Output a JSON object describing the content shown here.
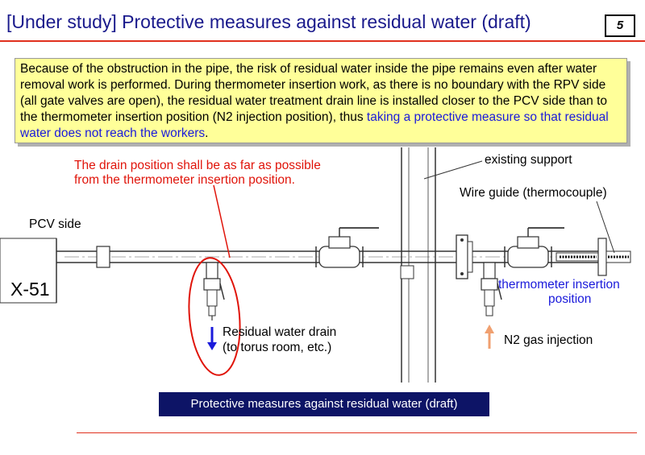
{
  "header": {
    "title": "[Under study] Protective measures against residual water (draft)",
    "page_number": "5"
  },
  "callout": {
    "text_plain": "Because of the obstruction in the pipe, the risk of residual water inside the pipe remains even after water removal work is performed. During thermometer insertion work, as there is no boundary with the RPV side (all gate valves are open), the residual water treatment drain line is installed closer to the PCV side than to the thermometer insertion position (N2 injection position), thus ",
    "text_highlight": "taking a protective measure so that residual water does not reach the workers",
    "text_end": "."
  },
  "diagram": {
    "drain_note_line1": "The drain position shall be as far as possible",
    "drain_note_line2": "from the thermometer insertion position.",
    "existing_support": "existing support",
    "wire_guide": "Wire guide (thermocouple)",
    "pcv_side": "PCV side",
    "x51": "X-51",
    "thermo_line1": "thermometer insertion",
    "thermo_line2": "position",
    "drain_line1": "Residual water drain",
    "drain_line2": "(to torus room, etc.)",
    "n2_injection": "N2 gas injection"
  },
  "footer": {
    "caption": "Protective measures against residual water (draft)"
  },
  "colors": {
    "title": "#1a1a8c",
    "rule": "#e0301e",
    "highlight": "#1a1adb",
    "note": "#e0140a",
    "footer_bg": "#0d1466",
    "callout_bg": "#ffff99"
  }
}
